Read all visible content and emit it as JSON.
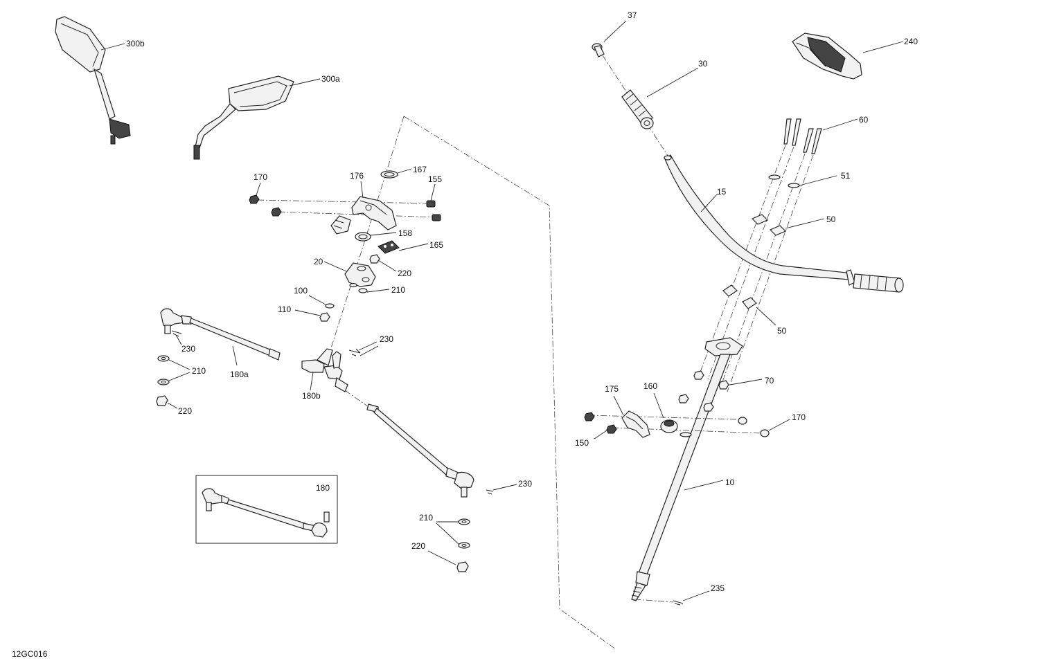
{
  "diagram_code": "12GC016",
  "callouts": {
    "c300b": "300b",
    "c300a": "300a",
    "c170a": "170",
    "c176": "176",
    "c167": "167",
    "c155": "155",
    "c158": "158",
    "c165": "165",
    "c20": "20",
    "c220a": "220",
    "c210a": "210",
    "c100": "100",
    "c110": "110",
    "c230a": "230",
    "c230b": "230",
    "c210b": "210",
    "c180a": "180a",
    "c180b": "180b",
    "c220b": "220",
    "c180": "180",
    "c230c": "230",
    "c210c": "210",
    "c220c": "220",
    "c37": "37",
    "c30": "30",
    "c240": "240",
    "c60": "60",
    "c51": "51",
    "c15": "15",
    "c50a": "50",
    "c50b": "50",
    "c70": "70",
    "c175": "175",
    "c160": "160",
    "c170b": "170",
    "c150": "150",
    "c10": "10",
    "c235": "235"
  }
}
